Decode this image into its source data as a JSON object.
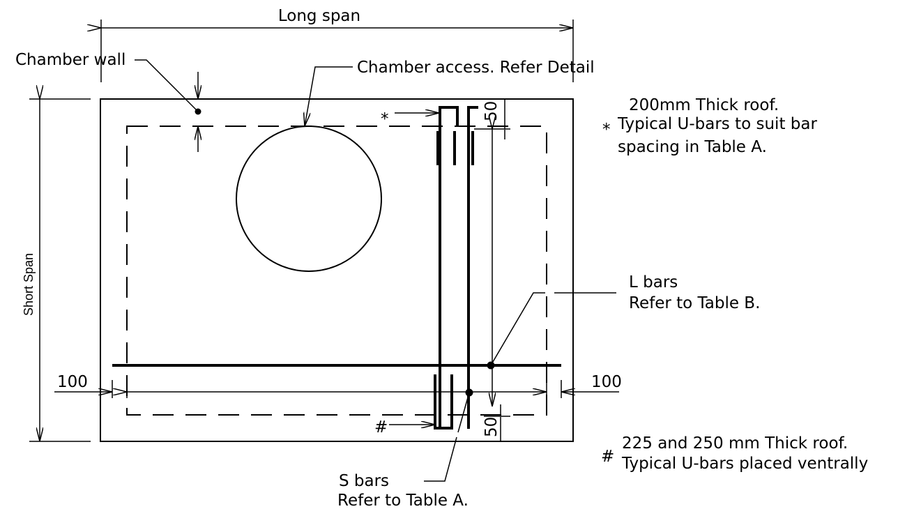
{
  "labels": {
    "long_span": "Long span",
    "short_span": "Short Span",
    "chamber_wall": "Chamber wall",
    "chamber_access": "Chamber access.  Refer Detail",
    "roof_200": "200mm Thick roof.",
    "star_symbol": "*",
    "star_note_line1": "Typical U-bars to suit bar",
    "star_note_line2": "spacing in Table A.",
    "l_bars": "L bars",
    "l_bars_ref": "Refer to Table B.",
    "dim_left": "100",
    "dim_right": "100",
    "dim_top_50": "50",
    "dim_bottom_50": "50",
    "hash_symbol": "#",
    "hash_note_line1": "225 and 250 mm Thick roof.",
    "hash_note_line2": "Typical U-bars placed ventrally",
    "s_bars": "S bars",
    "s_bars_ref": "Refer to Table A."
  }
}
